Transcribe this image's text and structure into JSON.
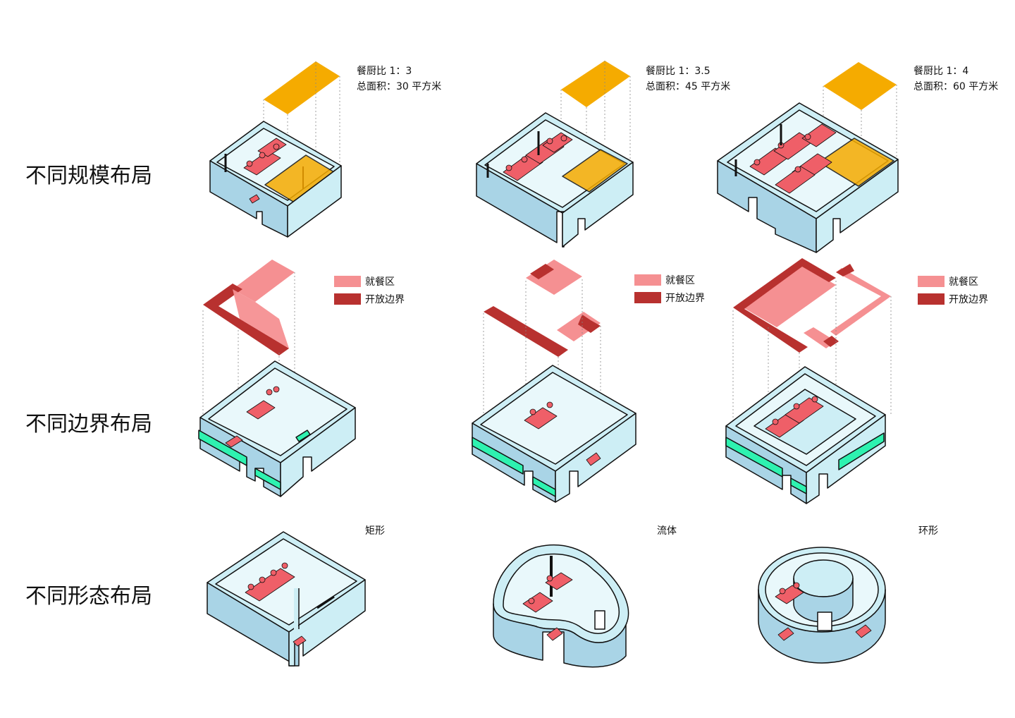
{
  "rows": [
    {
      "title": "不同规模布局"
    },
    {
      "title": "不同边界布局"
    },
    {
      "title": "不同形态布局"
    }
  ],
  "scale_labels": [
    {
      "ratio": "餐厨比 1：3",
      "area": "总面积：30 平方米"
    },
    {
      "ratio": "餐厨比 1：3.5",
      "area": "总面积：45 平方米"
    },
    {
      "ratio": "餐厨比 1：4",
      "area": "总面积：60 平方米"
    }
  ],
  "legend": {
    "dining": "就餐区",
    "boundary": "开放边界"
  },
  "shape_labels": [
    "矩形",
    "流体",
    "环形"
  ],
  "colors": {
    "wall": "#cdeef5",
    "wall_side": "#a9d4e6",
    "kitchen": "#f5ab00",
    "dining": "#f59092",
    "boundary": "#b8312f",
    "furniture": "#ef5f68",
    "counter": "#2ef2b0",
    "stroke": "#111111"
  }
}
